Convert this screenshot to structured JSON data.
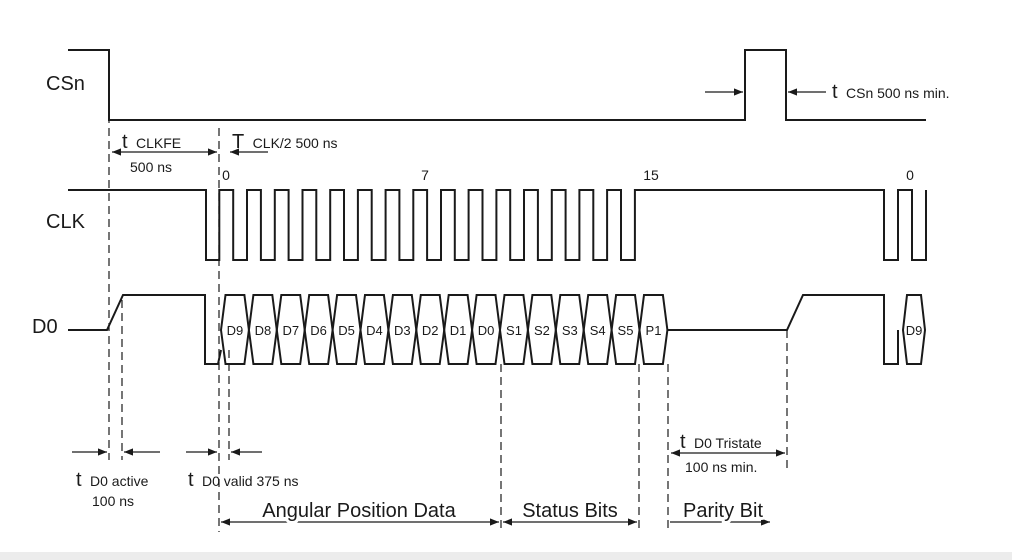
{
  "signals": {
    "csn": "CSn",
    "clk": "CLK",
    "d0": "D0"
  },
  "clock_numbers": {
    "first": "0",
    "middle": "7",
    "last": "15",
    "wrap": "0"
  },
  "timings": {
    "t_clkfe_symbol": "t",
    "t_clkfe_sub": "CLKFE",
    "t_clkfe_value": "500 ns",
    "t_clk2_symbol": "T",
    "t_clk2_sub": "CLK/2 500 ns",
    "t_csn_symbol": "t",
    "t_csn_sub": "CSn 500 ns min.",
    "t_d0_active_symbol": "t",
    "t_d0_active_sub": "D0 active",
    "t_d0_active_value": "100 ns",
    "t_d0_valid_symbol": "t",
    "t_d0_valid_sub": "D0 valid 375 ns",
    "t_d0_tristate_symbol": "t",
    "t_d0_tristate_sub": "D0 Tristate",
    "t_d0_tristate_value": "100 ns min."
  },
  "bits": [
    "D9",
    "D8",
    "D7",
    "D6",
    "D5",
    "D4",
    "D3",
    "D2",
    "D1",
    "D0",
    "S1",
    "S2",
    "S3",
    "S4",
    "S5",
    "P1"
  ],
  "wrap_bit": "D9",
  "groups": {
    "angular": "Angular Position Data",
    "status": "Status Bits",
    "parity": "Parity Bit"
  }
}
